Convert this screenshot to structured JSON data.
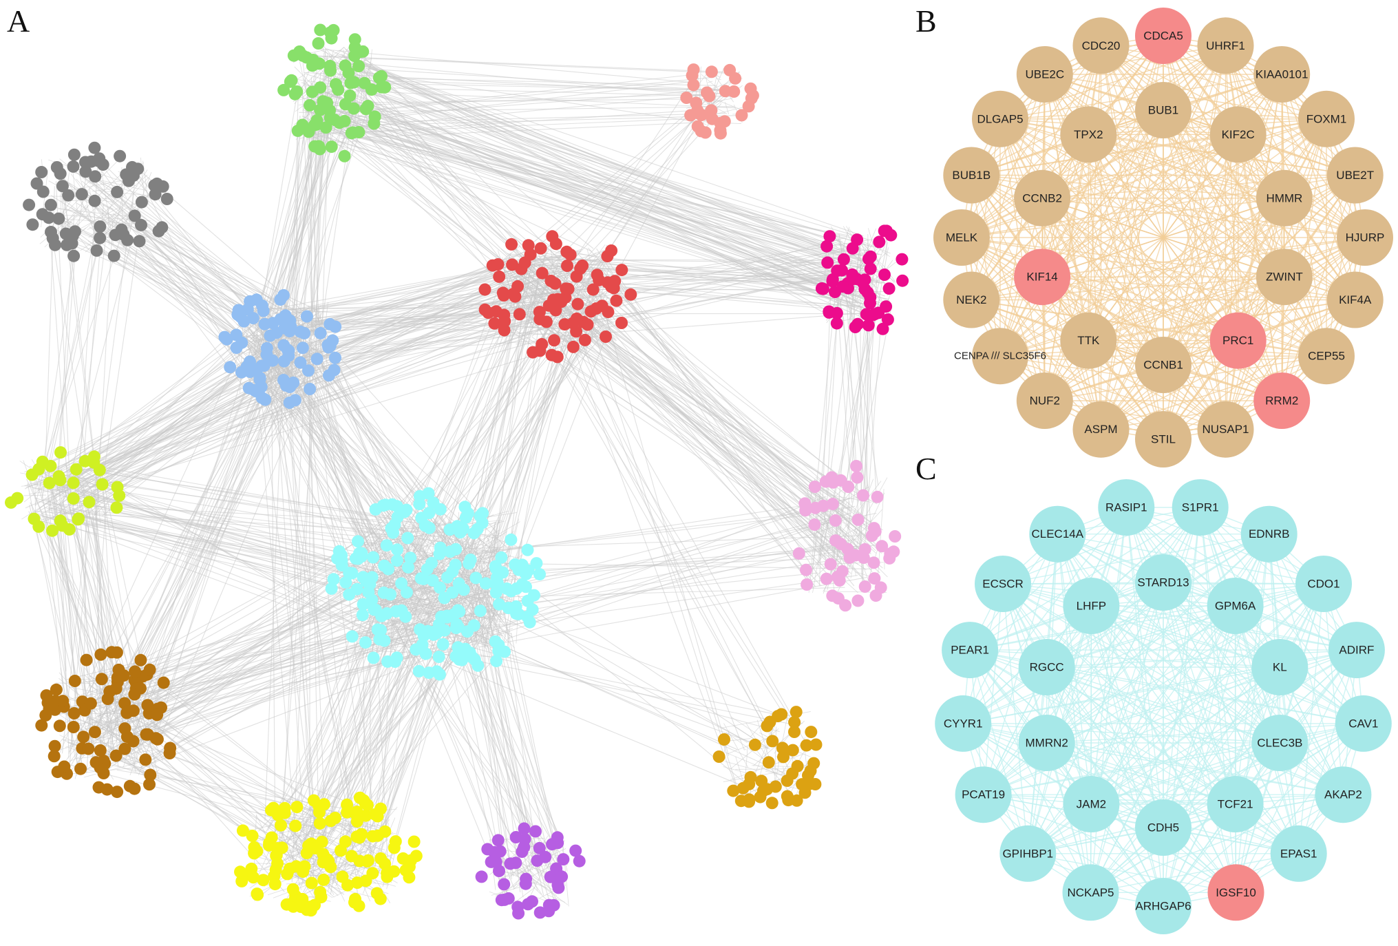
{
  "panels": {
    "a": {
      "letter": "A",
      "clusters": [
        {
          "name": "green",
          "color": "#88e06a"
        },
        {
          "name": "salmon",
          "color": "#f59a94"
        },
        {
          "name": "gray",
          "color": "#808080"
        },
        {
          "name": "red",
          "color": "#e44a4a"
        },
        {
          "name": "magenta",
          "color": "#ec0c8c"
        },
        {
          "name": "blue",
          "color": "#92bef2"
        },
        {
          "name": "lime",
          "color": "#cff023"
        },
        {
          "name": "cyan",
          "color": "#94fbfb"
        },
        {
          "name": "pink",
          "color": "#f0aadf"
        },
        {
          "name": "brown",
          "color": "#b5730f"
        },
        {
          "name": "gold",
          "color": "#dca212"
        },
        {
          "name": "yellow",
          "color": "#f6f611"
        },
        {
          "name": "purple",
          "color": "#b65ee2"
        }
      ],
      "edge_color": "#c8c8c8"
    },
    "b": {
      "letter": "B",
      "node_color": "#dcbb8c",
      "highlight_color": "#f58a8a",
      "edge_color": "#f2cd98",
      "outer_nodes": [
        {
          "label": "CDCA5",
          "highlight": true
        },
        {
          "label": "UHRF1",
          "highlight": false
        },
        {
          "label": "KIAA0101",
          "highlight": false
        },
        {
          "label": "FOXM1",
          "highlight": false
        },
        {
          "label": "UBE2T",
          "highlight": false
        },
        {
          "label": "HJURP",
          "highlight": false
        },
        {
          "label": "KIF4A",
          "highlight": false
        },
        {
          "label": "CEP55",
          "highlight": false
        },
        {
          "label": "RRM2",
          "highlight": true
        },
        {
          "label": "NUSAP1",
          "highlight": false
        },
        {
          "label": "STIL",
          "highlight": false
        },
        {
          "label": "ASPM",
          "highlight": false
        },
        {
          "label": "NUF2",
          "highlight": false
        },
        {
          "label": "CENPA /// SLC35F6",
          "highlight": false
        },
        {
          "label": "NEK2",
          "highlight": false
        },
        {
          "label": "MELK",
          "highlight": false
        },
        {
          "label": "BUB1B",
          "highlight": false
        },
        {
          "label": "DLGAP5",
          "highlight": false
        },
        {
          "label": "UBE2C",
          "highlight": false
        },
        {
          "label": "CDC20",
          "highlight": false
        }
      ],
      "inner_nodes": [
        {
          "label": "BUB1",
          "highlight": false
        },
        {
          "label": "KIF2C",
          "highlight": false
        },
        {
          "label": "HMMR",
          "highlight": false
        },
        {
          "label": "ZWINT",
          "highlight": false
        },
        {
          "label": "PRC1",
          "highlight": true
        },
        {
          "label": "CCNB1",
          "highlight": false
        },
        {
          "label": "TTK",
          "highlight": false
        },
        {
          "label": "KIF14",
          "highlight": true
        },
        {
          "label": "CCNB2",
          "highlight": false
        },
        {
          "label": "TPX2",
          "highlight": false
        }
      ]
    },
    "c": {
      "letter": "C",
      "node_color": "#a6e8e8",
      "highlight_color": "#f58a8a",
      "edge_color": "#bff0f0",
      "outer_nodes": [
        {
          "label": "S1PR1",
          "highlight": false
        },
        {
          "label": "EDNRB",
          "highlight": false
        },
        {
          "label": "CDO1",
          "highlight": false
        },
        {
          "label": "ADIRF",
          "highlight": false
        },
        {
          "label": "CAV1",
          "highlight": false
        },
        {
          "label": "AKAP2",
          "highlight": false
        },
        {
          "label": "EPAS1",
          "highlight": false
        },
        {
          "label": "IGSF10",
          "highlight": true
        },
        {
          "label": "ARHGAP6",
          "highlight": false
        },
        {
          "label": "NCKAP5",
          "highlight": false
        },
        {
          "label": "GPIHBP1",
          "highlight": false
        },
        {
          "label": "PCAT19",
          "highlight": false
        },
        {
          "label": "CYYR1",
          "highlight": false
        },
        {
          "label": "PEAR1",
          "highlight": false
        },
        {
          "label": "ECSCR",
          "highlight": false
        },
        {
          "label": "CLEC14A",
          "highlight": false
        },
        {
          "label": "RASIP1",
          "highlight": false
        }
      ],
      "inner_nodes": [
        {
          "label": "STARD13",
          "highlight": false
        },
        {
          "label": "GPM6A",
          "highlight": false
        },
        {
          "label": "KL",
          "highlight": false
        },
        {
          "label": "CLEC3B",
          "highlight": false
        },
        {
          "label": "TCF21",
          "highlight": false
        },
        {
          "label": "CDH5",
          "highlight": false
        },
        {
          "label": "JAM2",
          "highlight": false
        },
        {
          "label": "MMRN2",
          "highlight": false
        },
        {
          "label": "RGCC",
          "highlight": false
        },
        {
          "label": "LHFP",
          "highlight": false
        }
      ]
    }
  }
}
